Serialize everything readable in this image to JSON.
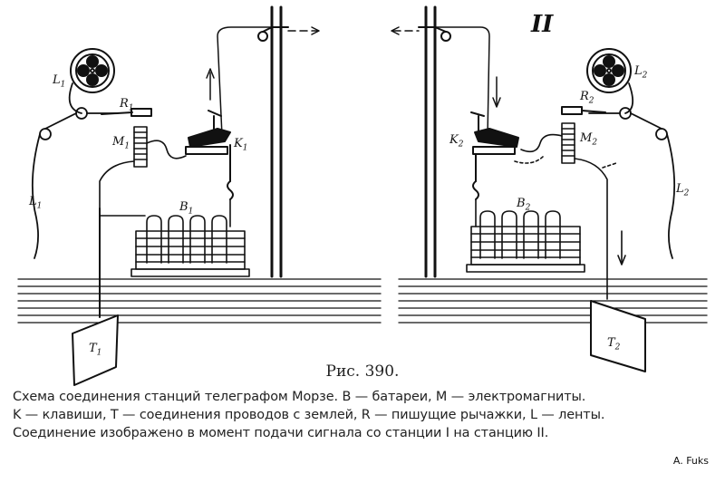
{
  "station_label": "II",
  "labels": {
    "L1_top": "L",
    "L1_top_sub": "1",
    "R1": "R",
    "R1_sub": "1",
    "M1": "M",
    "M1_sub": "1",
    "K1": "K",
    "K1_sub": "1",
    "B1": "B",
    "B1_sub": "1",
    "L1_side": "L",
    "L1_side_sub": "1",
    "T1": "T",
    "T1_sub": "1",
    "L2_top": "L",
    "L2_top_sub": "2",
    "R2": "R",
    "R2_sub": "2",
    "M2": "M",
    "M2_sub": "2",
    "K2": "K",
    "K2_sub": "2",
    "B2": "B",
    "B2_sub": "2",
    "L2_side": "L",
    "L2_side_sub": "2",
    "T2": "T",
    "T2_sub": "2"
  },
  "figure_title": "Рис. 390.",
  "caption_lines": [
    "Схема соединения станций телеграфом Морзе. B — батареи, M — электромагниты.",
    "K — клавиши, T — соединения проводов с землей, R — пишущие рычажки, L — ленты.",
    "Соединение изображено в момент подачи сигнала со станции I на станцию II."
  ],
  "credit": "A. Fuks"
}
